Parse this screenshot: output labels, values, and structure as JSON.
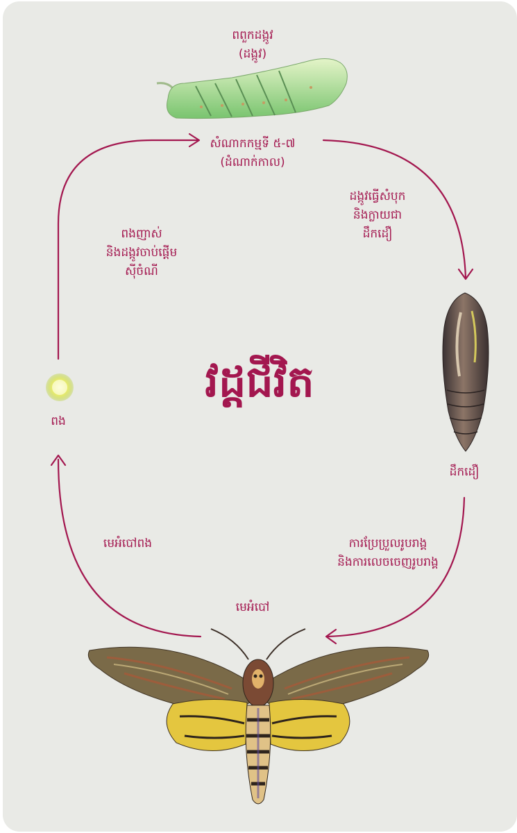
{
  "title": "វដ្តជីវិត",
  "colors": {
    "accent": "#a3174f",
    "background": "#e9eae6"
  },
  "stages": {
    "larva_name": "ពពួកដង្កូវ\n(ដង្កូវ)",
    "larva_instar": "សំណាកកម្មទី ៥-៧\n(ដំណាក់កាល)",
    "pupa": "ដឹកដឿ",
    "egg": "ពង",
    "adult": "មេអំបៅ"
  },
  "transitions": {
    "larva_to_pupa": "ដង្កូវធ្វើសំបុក\nនិងក្លាយជា\nដឹកដឿ",
    "egg_to_larva": "ពងញាស់\nនិងដង្កូវចាប់ផ្តើម\nស៊ីចំណី",
    "pupa_to_adult": "ការប្រែប្រួលរូបរាង្គ\nនិងការលេចចេញរូបរាង្គ",
    "adult_to_egg": "មេអំបៅពង"
  },
  "illustrations": {
    "larva": "green-hornworm-caterpillar",
    "pupa": "brown-pupa",
    "egg": "yellow-egg",
    "adult": "deaths-head-hawkmoth"
  }
}
